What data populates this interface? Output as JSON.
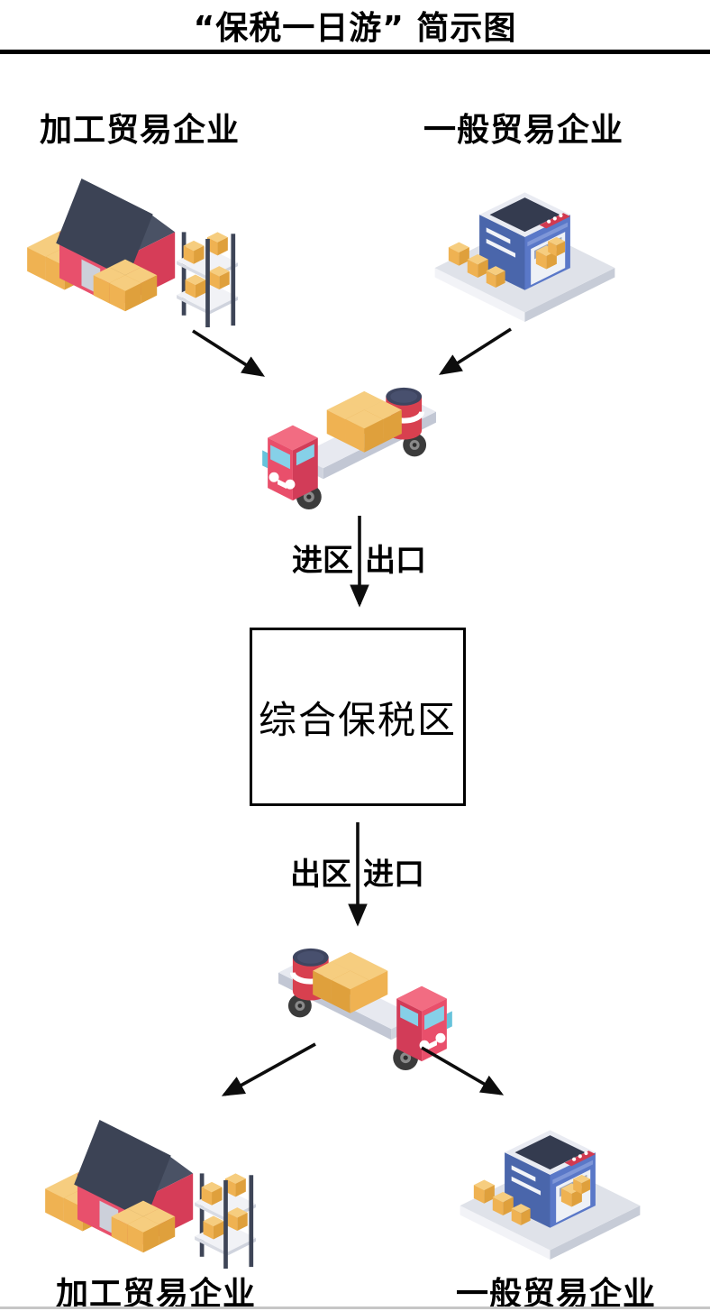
{
  "title": "“保税一日游” 简示图",
  "nodes": {
    "top_left": {
      "label": "加工贸易企业",
      "icon": "red-warehouse-icon"
    },
    "top_right": {
      "label": "一般贸易企业",
      "icon": "blue-warehouse-icon"
    },
    "bonded_zone": {
      "label": "综合保税区"
    },
    "bottom_left": {
      "label": "加工贸易企业",
      "icon": "red-warehouse-icon"
    },
    "bottom_right": {
      "label": "一般贸易企业",
      "icon": "blue-warehouse-icon"
    }
  },
  "flow_labels": {
    "enter_zone": "进区",
    "export": "出口",
    "exit_zone": "出区",
    "import": "进口"
  },
  "icons": {
    "inbound_truck": "cargo-truck-left-icon",
    "outbound_truck": "cargo-truck-right-icon",
    "arrows": "flow-arrow-icon"
  },
  "colors": {
    "background": "#FFFFFF",
    "text": "#000000",
    "divider": "#000000",
    "arrow": "#0D0D0D",
    "warehouse_red": "#E8506C",
    "warehouse_red_dark": "#D63D58",
    "roof_slate": "#3C4355",
    "box_yellow": "#EFB252",
    "box_yellow_light": "#F6CD7F",
    "building_blue": "#4A66AB",
    "building_blue_light": "#5A78C8",
    "platform_gray": "#DFE2E9",
    "truck_bed_gray": "#D0D4DF",
    "barrel_red": "#D8404F",
    "barrel_lid_navy": "#3E4560",
    "window_blue": "#86D0E8"
  }
}
